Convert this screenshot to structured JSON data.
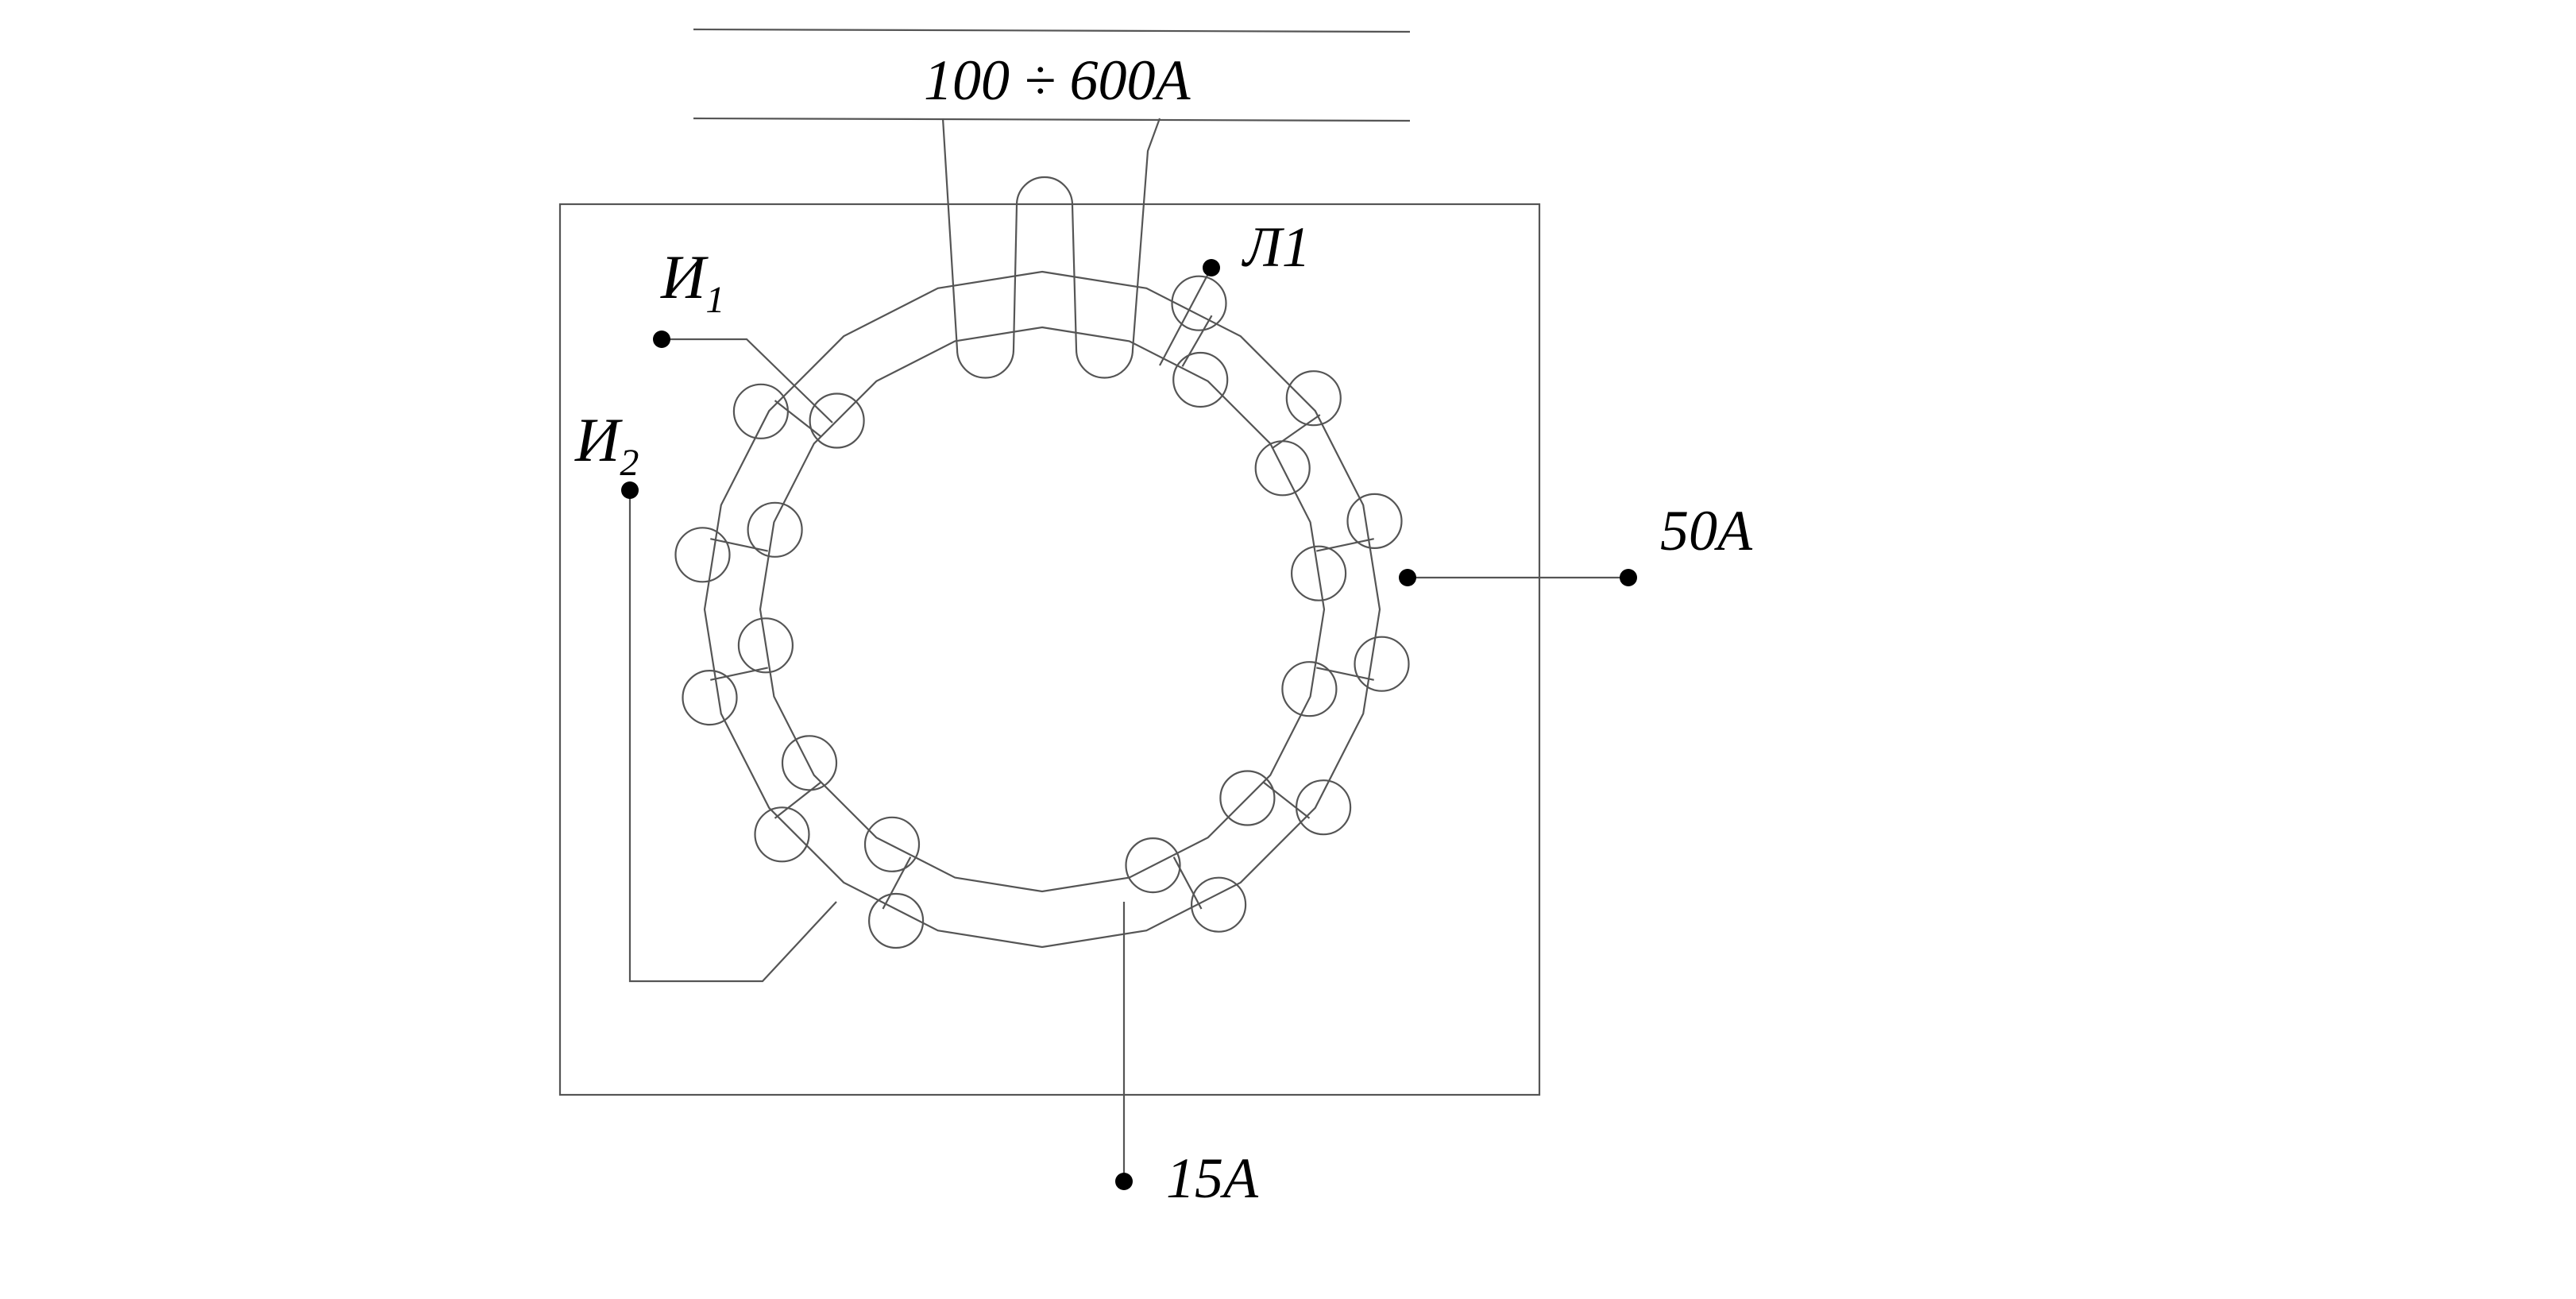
{
  "labels": {
    "primary_current": "100 ÷ 600А",
    "start_1_letter": "И",
    "start_1_sub": "1",
    "start_2_letter": "И",
    "start_2_sub": "2",
    "line_terminal": "Л1",
    "tap_50": "50А",
    "tap_15": "15А"
  },
  "colors": {
    "line": "#555555",
    "text": "#000000",
    "background": "#ffffff"
  }
}
